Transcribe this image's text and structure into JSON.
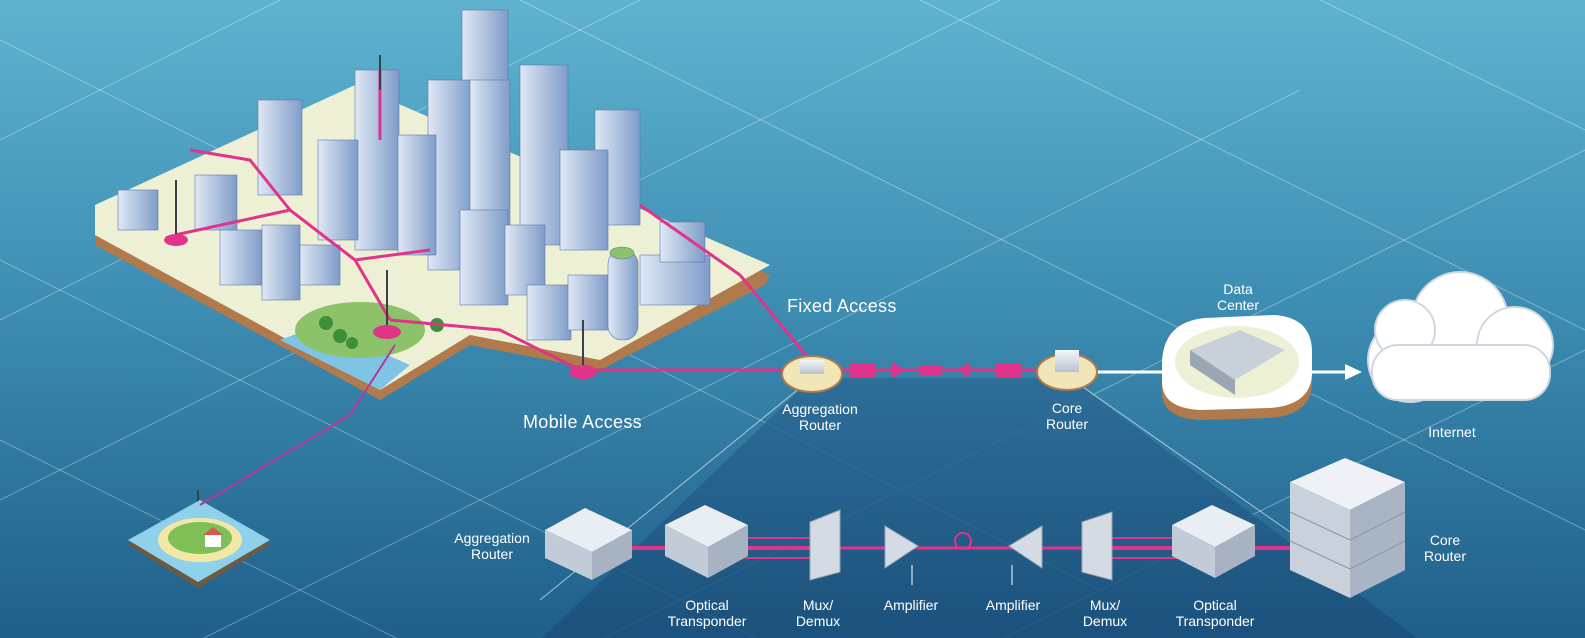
{
  "colors": {
    "background_top": "#5fb3cf",
    "background_bottom": "#1f5f8a",
    "network_link": "#e0338a",
    "label_text": "#ffffff",
    "panel": "#245a86"
  },
  "sections": {
    "fixed_access": "Fixed Access",
    "mobile_access": "Mobile Access"
  },
  "nodes": {
    "aggregation_router_top": [
      "Aggregation",
      "Router"
    ],
    "core_router_top": [
      "Core",
      "Router"
    ],
    "data_center": [
      "Data",
      "Center"
    ],
    "internet": "Internet"
  },
  "optical_chain": {
    "aggregation_router": [
      "Aggregation",
      "Router"
    ],
    "optical_transponder_left": [
      "Optical",
      "Transponder"
    ],
    "mux_demux_left": [
      "Mux/",
      "Demux"
    ],
    "amplifier_left": "Amplifier",
    "amplifier_right": "Amplifier",
    "mux_demux_right": [
      "Mux/",
      "Demux"
    ],
    "optical_transponder_right": [
      "Optical",
      "Transponder"
    ],
    "core_router": [
      "Core",
      "Router"
    ]
  }
}
